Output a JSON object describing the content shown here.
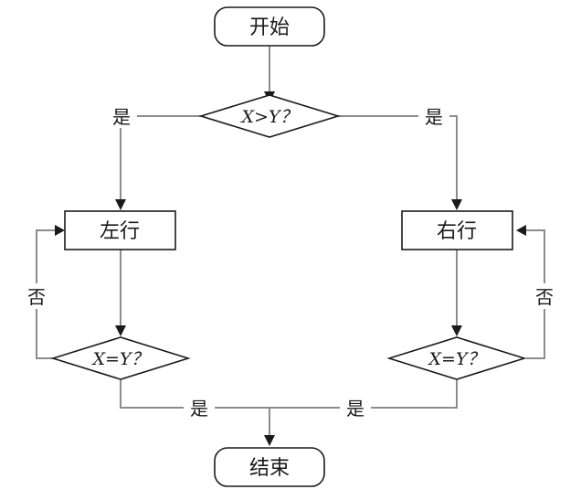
{
  "nodes": {
    "start": "开始",
    "condition_top": "X>Y？",
    "left_action": "左行",
    "right_action": "右行",
    "condition_left": "X=Y？",
    "condition_right": "X=Y？",
    "end": "结束"
  },
  "edge_labels": {
    "top_left_yes": "是",
    "top_right_yes": "是",
    "left_no": "否",
    "right_no": "否",
    "bottom_left_yes": "是",
    "bottom_right_yes": "是"
  }
}
